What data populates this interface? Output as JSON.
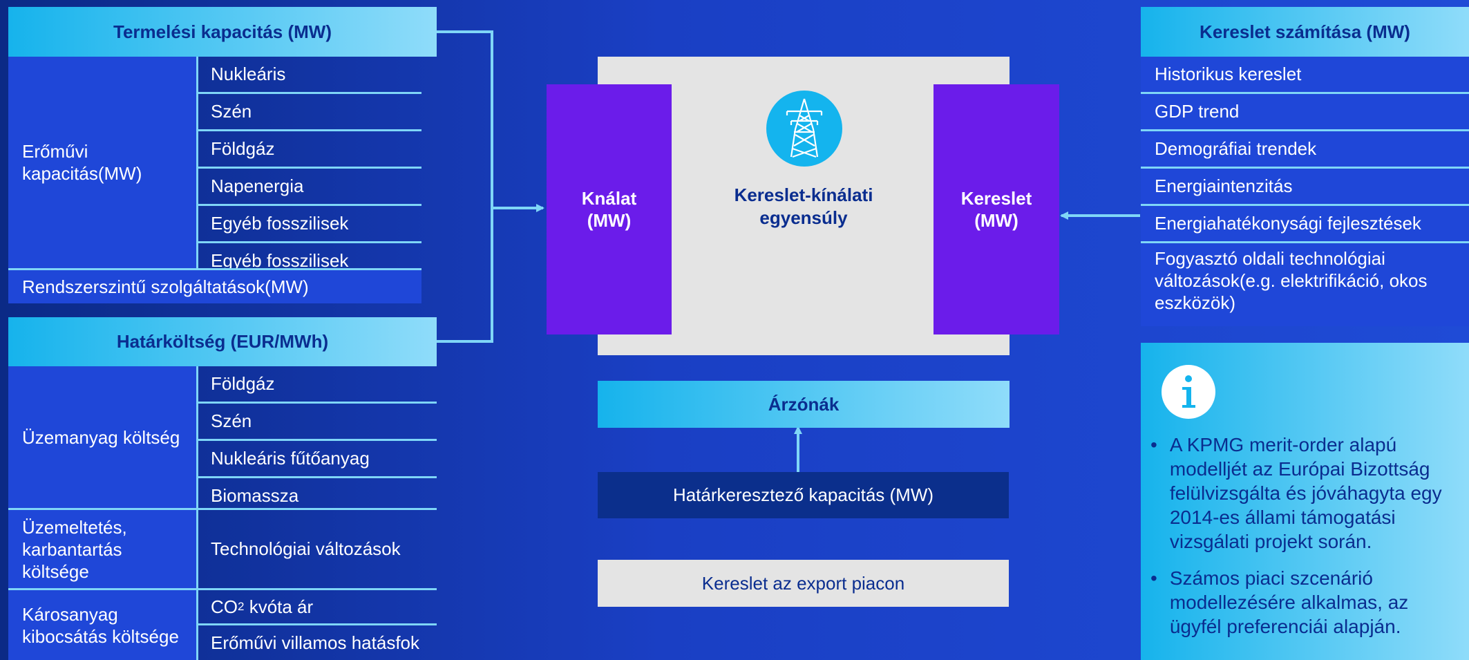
{
  "production": {
    "header": "Termelési kapacitás (MW)",
    "plant_capacity_label": "Erőművi kapacitás(MW)",
    "items": [
      "Nukleáris",
      "Szén",
      "Földgáz",
      "Napenergia",
      "Egyéb fosszilisek",
      "Egyéb fosszilisek"
    ],
    "system_services": "Rendszerszintű szolgáltatások(MW)"
  },
  "marginal_cost": {
    "header": "Határköltség (EUR/MWh)",
    "fuel_cost_label": "Üzemanyag költség",
    "fuel_items": [
      "Földgáz",
      "Szén",
      "Nukleáris fűtőanyag",
      "Biomassza"
    ],
    "om_label": "Üzemeltetés, karbantartás költsége",
    "om_item": "Technológiai változások",
    "emission_label": "Károsanyag kibocsátás költsége",
    "co2_prefix": "CO",
    "co2_sub": "2",
    "co2_suffix": " kvóta ár",
    "efficiency_item": "Erőművi villamos hatásfok"
  },
  "center": {
    "supply": "Knálat (MW)",
    "demand": "Kereslet (MW)",
    "equilibrium": "Kereslet-kínálati egyensúly",
    "price_zones": "Árzónák",
    "cross_border": "Határkeresztező kapacitás (MW)",
    "export_demand": "Kereslet az export piacon"
  },
  "demand_calc": {
    "header": "Kereslet számítása (MW)",
    "items": [
      "Historikus kereslet",
      "GDP trend",
      "Demográfiai trendek",
      "Energiaintenzitás",
      "Energiahatékonysági fejlesztések",
      "Fogyasztó oldali technológiai változások(e.g. elektrifikáció, okos eszközök)"
    ]
  },
  "info": {
    "icon": "info-icon",
    "bullets": [
      "A KPMG merit-order alapú modelljét az Európai Bizottság felülvizsgálta és jóváhagyta egy 2014-es állami támogatási vizsgálati projekt során.",
      "Számos piaci szcenárió modellezésére alkalmas, az ügyfél preferenciái alapján."
    ]
  },
  "colors": {
    "header_gradient_start": "#16b3ec",
    "header_gradient_end": "#8fdcfa",
    "purple": "#6b1cea",
    "dark_navy": "#0a2d8f",
    "line": "#7fd6f7"
  }
}
